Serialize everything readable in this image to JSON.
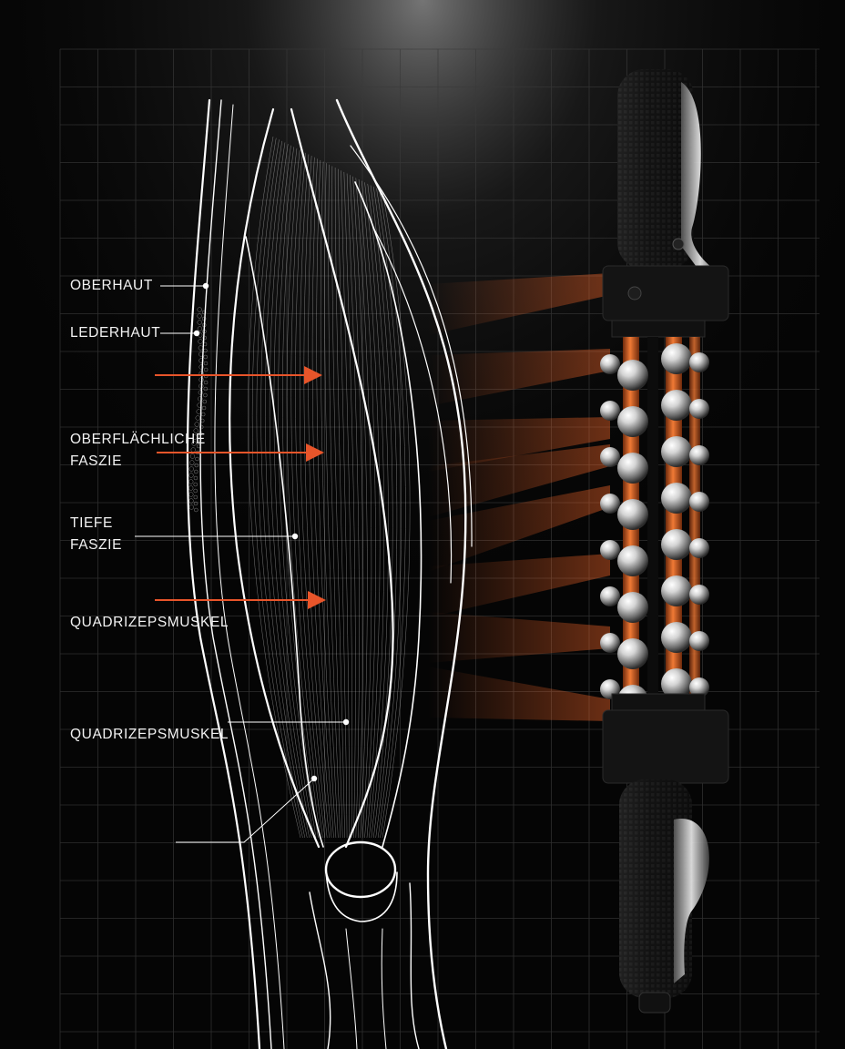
{
  "labels": {
    "oberhaut": "OBERHAUT",
    "lederhaut": "LEDERHAUT",
    "oberflaechliche_faszie": [
      "OBERFLÄCHLICHE",
      "FASZIE"
    ],
    "tiefe_faszie": [
      "TIEFE",
      "FASZIE"
    ],
    "quadrizepsmuskel_1": "QUADRIZEPSMUSKEL",
    "quadrizepsmuskel_2": "QUADRIZEPSMUSKEL"
  },
  "colors": {
    "background": "#050505",
    "grid": "#3a3a3a",
    "line_art": "#ffffff",
    "accent_arrow": "#e8552a",
    "roller_core": "#c8581f",
    "handle": "#161616"
  },
  "icons": {
    "arrow": "right-arrow-icon",
    "roller": "massage-roller-stick"
  }
}
